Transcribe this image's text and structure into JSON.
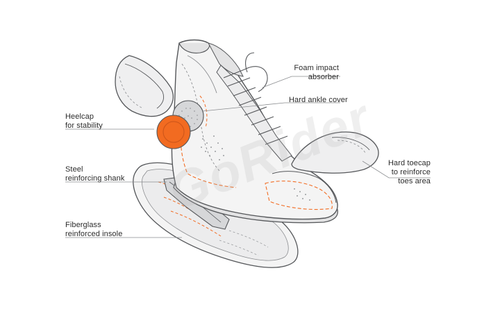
{
  "labels": {
    "foam": {
      "line1": "Foam impact",
      "line2": "absorber"
    },
    "ankle": {
      "line1": "Hard ankle cover"
    },
    "heelcap": {
      "line1": "Heelcap",
      "line2": "for stability"
    },
    "toecap": {
      "line1": "Hard toecap",
      "line2": "to reinforce",
      "line3": "toes area"
    },
    "shank": {
      "line1": "Steel",
      "line2": "reinforcing shank"
    },
    "insole": {
      "line1": "Fiberglass",
      "line2": "reinforced insole"
    }
  },
  "watermark": "GoRider",
  "colors": {
    "outline": "#55575a",
    "accent": "#f26b21",
    "shoe_fill": "#f4f4f4",
    "shade": "#e3e3e4",
    "leader": "#8a8c8f"
  }
}
